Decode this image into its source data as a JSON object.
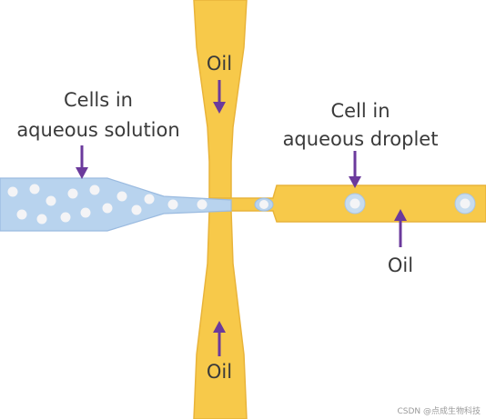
{
  "labels": {
    "oil_top": "Oil",
    "oil_bottom": "Oil",
    "oil_right": "Oil",
    "cells_solution_line1": "Cells in",
    "cells_solution_line2": "aqueous solution",
    "cell_droplet_line1": "Cell in",
    "cell_droplet_line2": "aqueous droplet"
  },
  "watermark": "CSDN @点成生物科技",
  "colors": {
    "oil": "#f7c94a",
    "oil_edge": "#e9b43a",
    "aqueous": "#b8d3ee",
    "aqueous_edge": "#9bbbe0",
    "cell": "#f4f4f6",
    "arrow": "#6b3a9c",
    "text": "#3a3a3a"
  }
}
